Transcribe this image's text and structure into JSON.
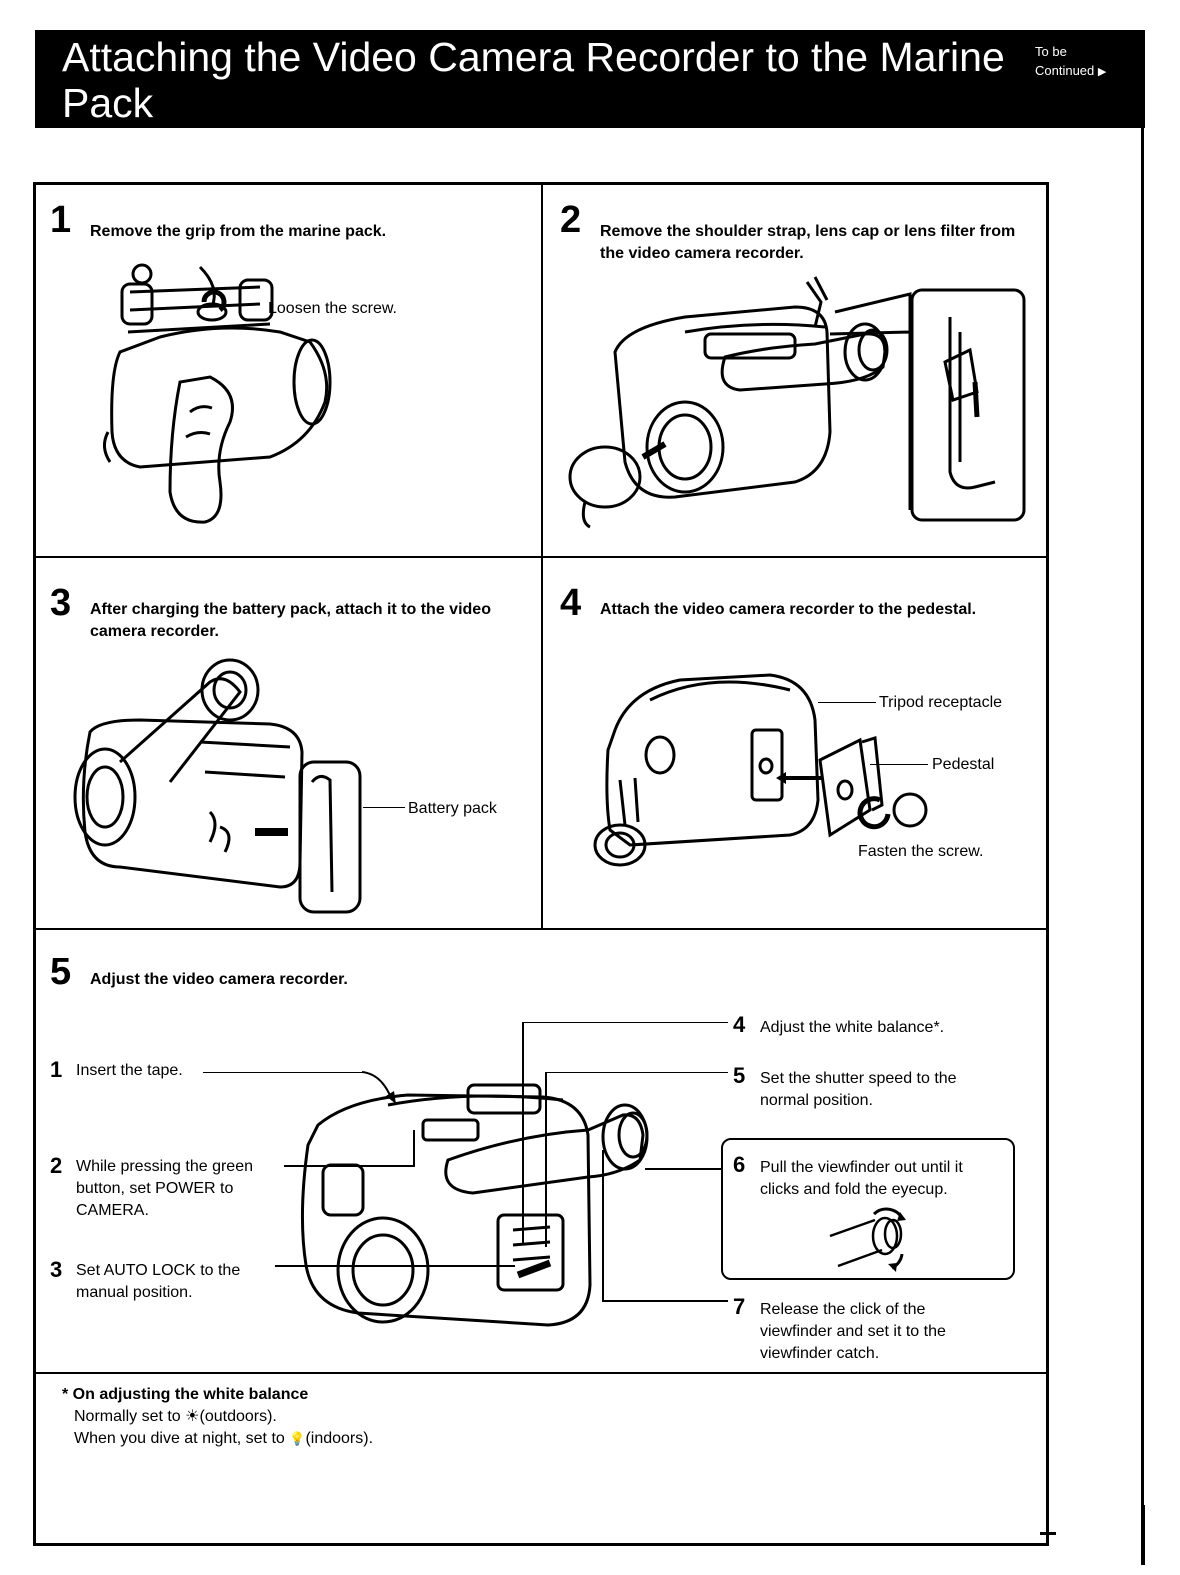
{
  "header": {
    "title": "Attaching the Video Camera Recorder to the Marine Pack",
    "continued_line1": "To be",
    "continued_line2": "Continued",
    "continued_arrow": "▶"
  },
  "steps": [
    {
      "number": "1",
      "text": "Remove the grip from the marine pack.",
      "labels": [
        "Loosen the screw."
      ]
    },
    {
      "number": "2",
      "text": "Remove the shoulder strap, lens cap or lens filter from the video camera recorder.",
      "labels": []
    },
    {
      "number": "3",
      "text": "After charging the battery pack, attach it to the video camera recorder.",
      "labels": [
        "Battery pack"
      ]
    },
    {
      "number": "4",
      "text": "Attach the video camera recorder to the pedestal.",
      "labels": [
        "Tripod receptacle",
        "Pedestal",
        "Fasten the screw."
      ]
    },
    {
      "number": "5",
      "text": "Adjust the video camera recorder."
    }
  ],
  "adjust_steps": [
    {
      "number": "1",
      "text": "Insert the tape."
    },
    {
      "number": "2",
      "text": "While pressing the green button, set POWER to CAMERA."
    },
    {
      "number": "3",
      "text": "Set AUTO LOCK to the manual position."
    },
    {
      "number": "4",
      "text": "Adjust the white balance*."
    },
    {
      "number": "5",
      "text": "Set the shutter speed to the normal position."
    },
    {
      "number": "6",
      "text": "Pull the viewfinder out until it clicks and fold the eyecup."
    },
    {
      "number": "7",
      "text": "Release the click of the viewfinder and set it to the viewfinder catch."
    }
  ],
  "footnote": {
    "title": "* On adjusting the white balance",
    "line1_prefix": "Normally set to",
    "outdoor_symbol": "☀",
    "line1_suffix": "(outdoors).",
    "line2_prefix": "When you dive at night, set to",
    "indoor_symbol": "💡",
    "line2_suffix": "(indoors)."
  }
}
